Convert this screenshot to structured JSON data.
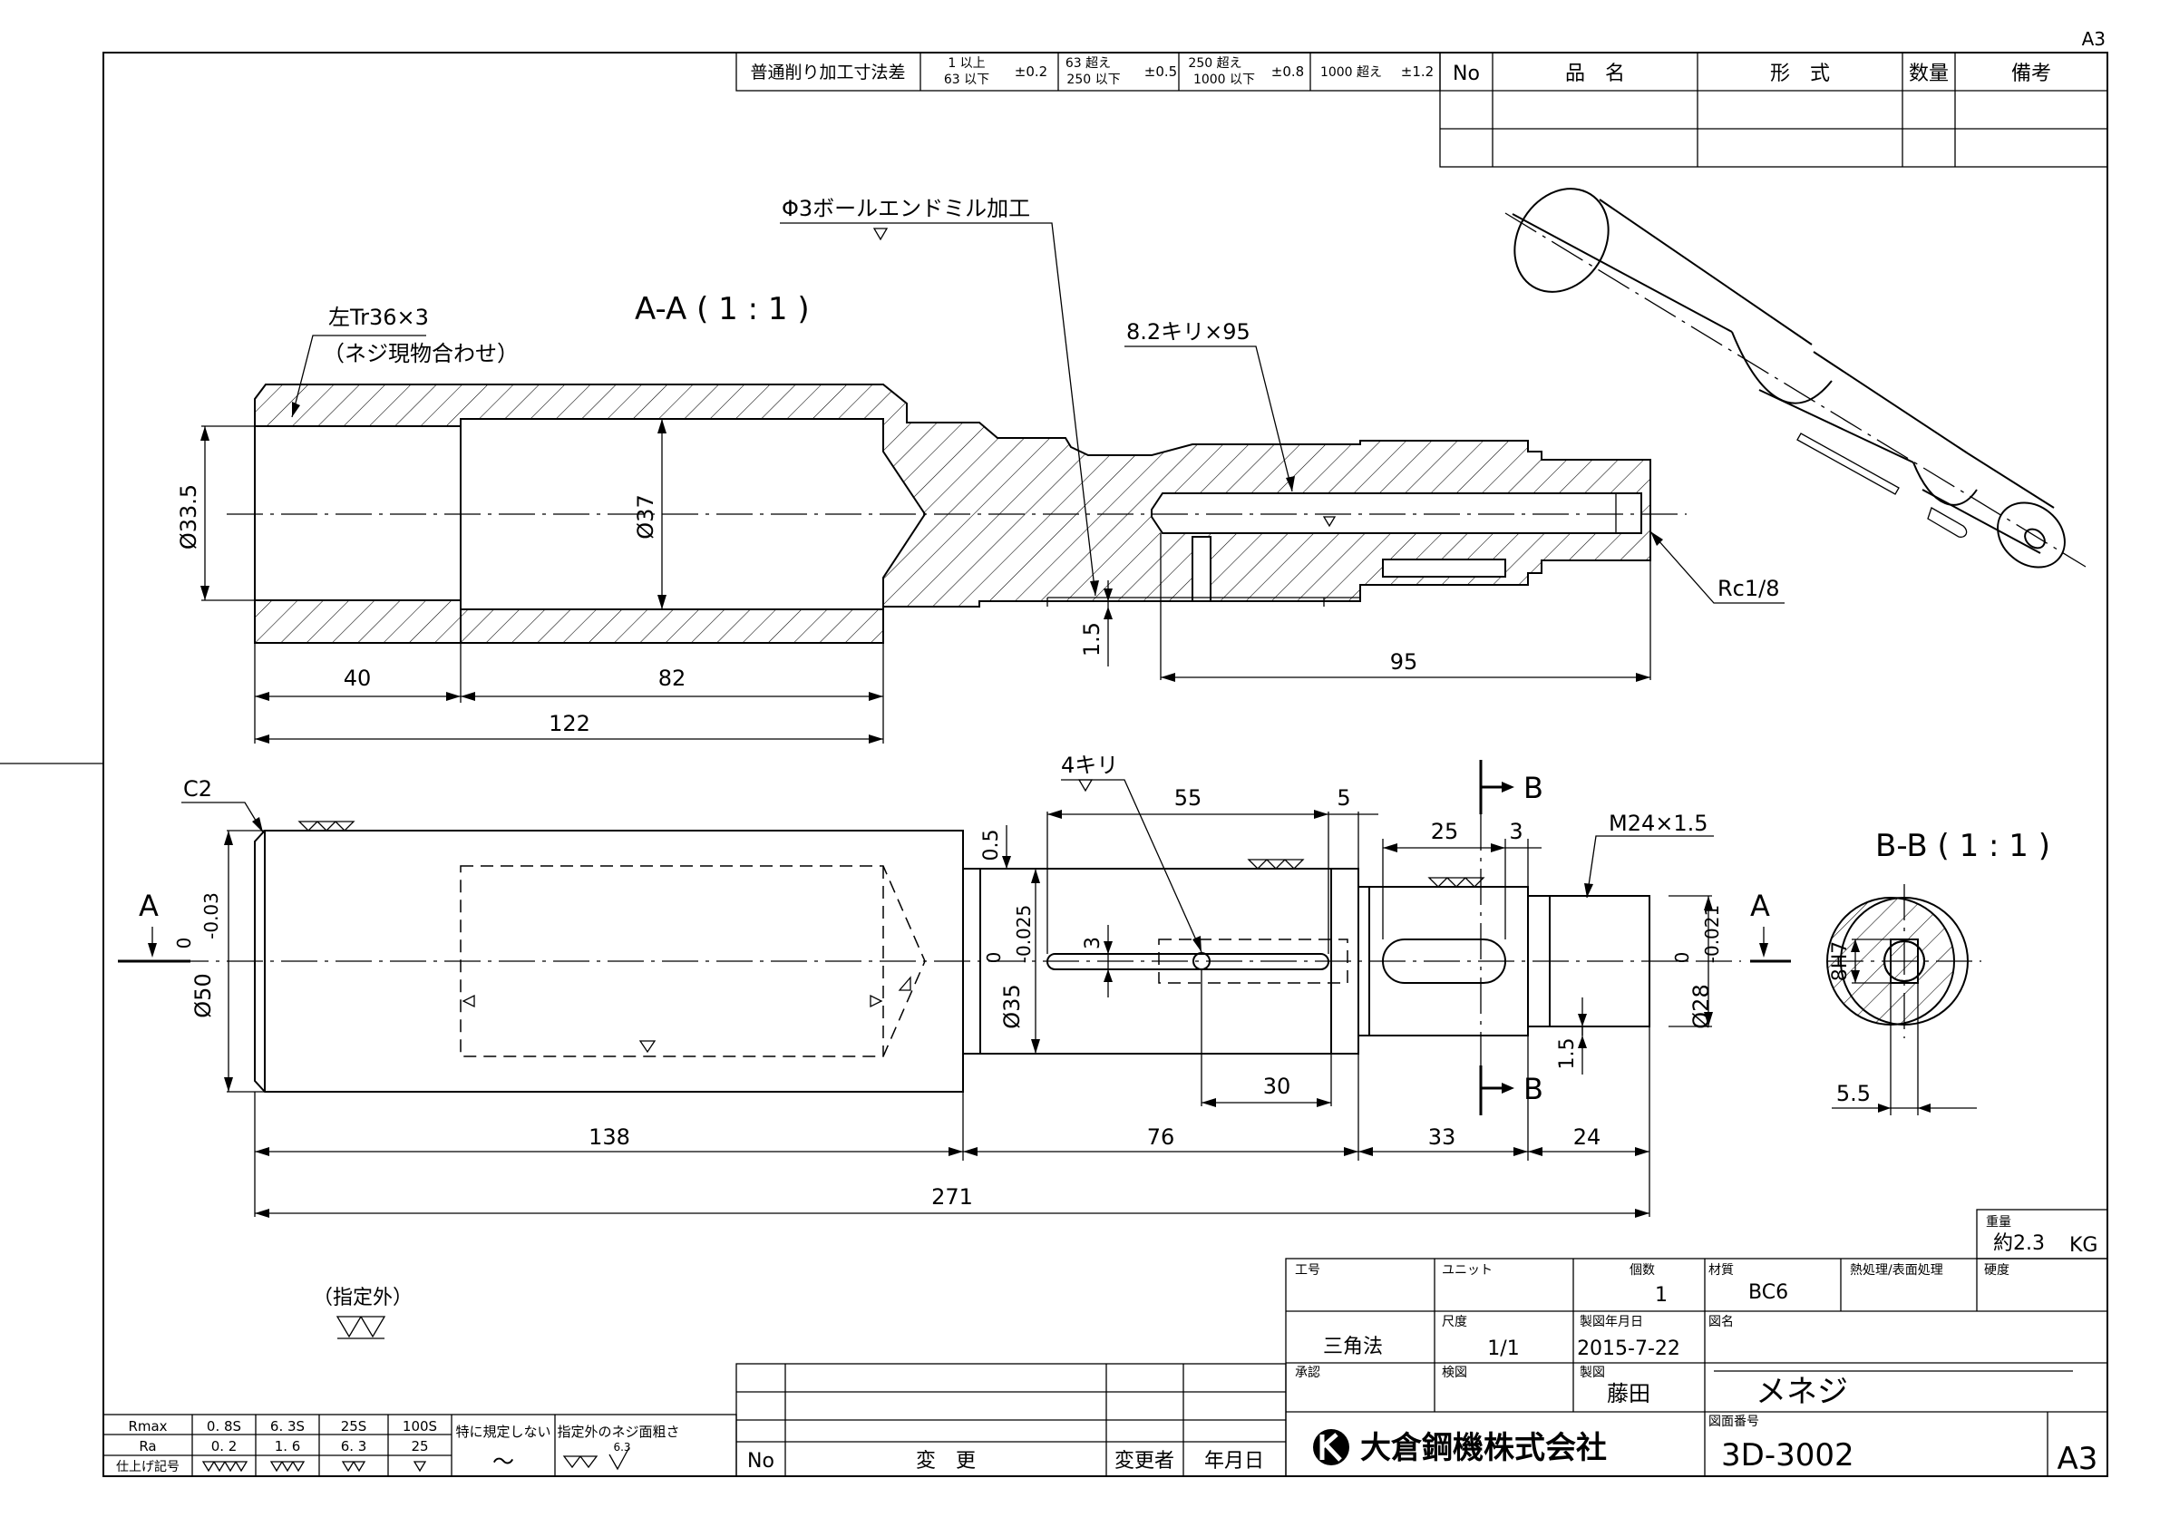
{
  "sheet": {
    "size_corner": "A3",
    "size_box": "A3"
  },
  "tolerance_table": {
    "title": "普通削り加工寸法差",
    "ranges": [
      {
        "range_top": "1 以上",
        "range_bottom": "63 以下",
        "tol": "±0.2"
      },
      {
        "range_top": "63 超え",
        "range_bottom": "250 以下",
        "tol": "±0.5"
      },
      {
        "range_top": "250 超え",
        "range_bottom": "1000 以下",
        "tol": "±0.8"
      },
      {
        "range_top": "1000 超え",
        "range_bottom": "",
        "tol": "±1.2"
      }
    ]
  },
  "parts_list": {
    "headers": [
      "No",
      "品　名",
      "形　式",
      "数量",
      "備考"
    ]
  },
  "section_aa": {
    "title": "A-A ( 1 : 1 )",
    "note_ball": "Φ3ボールエンドミル加工",
    "note_thread_1": "左Tr36×3",
    "note_thread_2": "（ネジ現物合わせ）",
    "note_drill": "8.2キリ×95",
    "note_rc": "Rc1/8",
    "dim_d335": "Ø33.5",
    "dim_d37": "Ø37",
    "dim_15": "1.5",
    "dim_40": "40",
    "dim_82": "82",
    "dim_122": "122",
    "dim_95": "95"
  },
  "main_view": {
    "note_c2": "C2",
    "note_4kiri": "4キリ",
    "note_m24": "M24×1.5",
    "label_a": "A",
    "label_b": "B",
    "dim_55": "55",
    "dim_5": "5",
    "dim_25": "25",
    "dim_3a": "3",
    "dim_3b": "3",
    "dim_05": "0.5",
    "dim_30": "30",
    "dim_15": "1.5",
    "dim_d50": "Ø50",
    "tol_d50_up": "0",
    "tol_d50_low": "-0.03",
    "dim_d35": "Ø35",
    "tol_d35_up": "0",
    "tol_d35_low": "-0.025",
    "dim_d28": "Ø28",
    "tol_d28_up": "0",
    "tol_d28_low": "-0.021",
    "dim_138": "138",
    "dim_76": "76",
    "dim_33": "33",
    "dim_24": "24",
    "dim_271": "271"
  },
  "section_bb": {
    "title": "B-B ( 1 : 1 )",
    "dim_8h7": "8H7",
    "dim_55": "5.5"
  },
  "finish_note": {
    "label": "（指定外）"
  },
  "roughness_table": {
    "row_rmax": [
      "Rmax",
      "0. 8S",
      "6. 3S",
      "25S",
      "100S"
    ],
    "row_ra": [
      "Ra",
      "0. 2",
      "1. 6",
      "6. 3",
      "25"
    ],
    "row_sym_label": "仕上げ記号",
    "no_spec_label": "特に規定しない",
    "no_spec_symbol": "～",
    "thread_label": "指定外のネジ面粗さ",
    "thread_value": "6.3"
  },
  "revision_table": {
    "no": "No",
    "change": "変　更",
    "changer": "変更者",
    "date": "年月日"
  },
  "title_block": {
    "weight_label": "重量",
    "weight_value": "約2.3",
    "weight_unit": "KG",
    "process_label": "工号",
    "unit_label": "ユニット",
    "qty_label": "個数",
    "qty_value": "1",
    "material_label": "材質",
    "material_value": "BC6",
    "heat_label": "熱処理/表面処理",
    "hardness_label": "硬度",
    "projection_value": "三角法",
    "scale_label": "尺度",
    "scale_value": "1/1",
    "date_label": "製図年月日",
    "date_value": "2015-7-22",
    "drawing_name_label": "図名",
    "drawing_name_value": "メネジ",
    "approve_label": "承認",
    "check_label": "検図",
    "draft_label": "製図",
    "draft_value": "藤田",
    "company": "大倉鋼機株式会社",
    "drawing_no_label": "図面番号",
    "drawing_no_value": "3D-3002"
  }
}
